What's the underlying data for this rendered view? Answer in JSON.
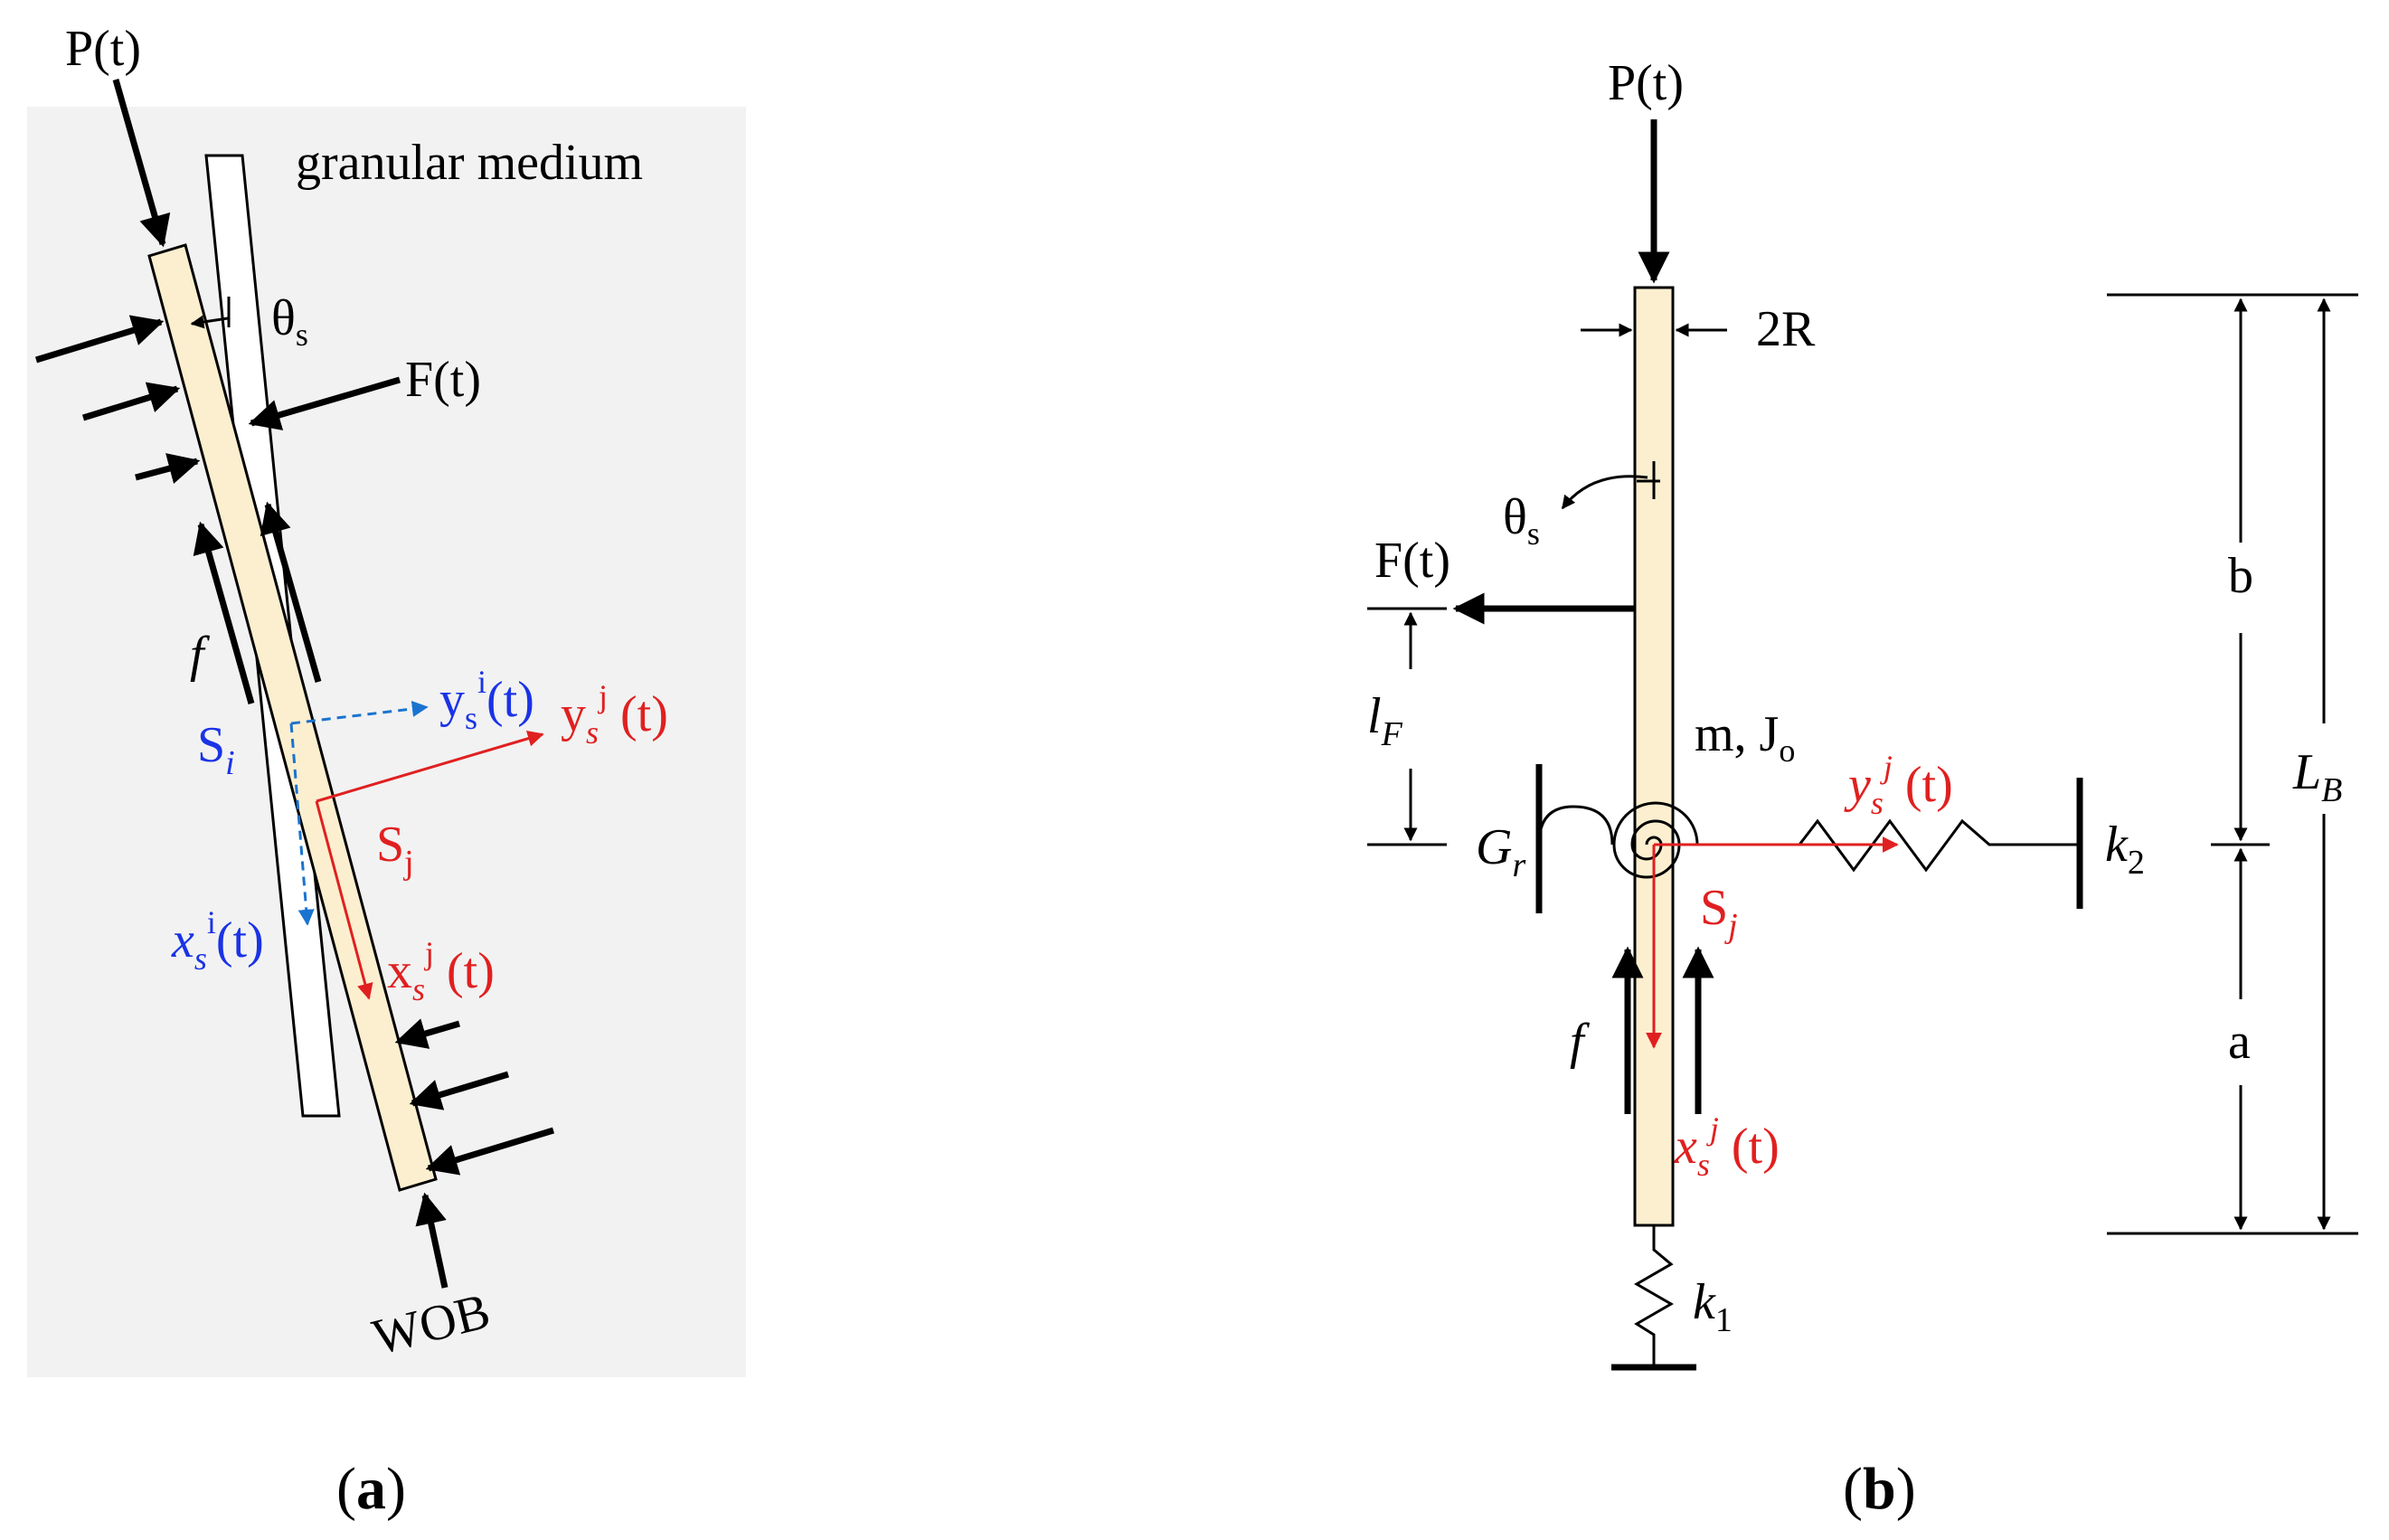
{
  "panel_a": {
    "caption_open": "(",
    "caption_letter": "a",
    "caption_close": ")",
    "medium_label": "granular medium",
    "load_top": "P(t)",
    "angle_label": "θ",
    "angle_sub": "s",
    "force_label": "F(t)",
    "friction_label": "f",
    "frame_i_label": "S",
    "frame_i_sub": "i",
    "frame_j_label": "S",
    "frame_j_sub": "j",
    "y_i_base": "y",
    "y_i_sub": "s",
    "y_i_sup": "i",
    "y_i_arg": "(t)",
    "x_i_base": "x",
    "x_i_sub": "s",
    "x_i_sup": "i",
    "x_i_arg": "(t)",
    "y_j_base": "y",
    "y_j_sub": "s",
    "y_j_sup": "j",
    "y_j_arg": "(t)",
    "x_j_base": "x",
    "x_j_sub": "s",
    "x_j_sup": "j",
    "x_j_arg": "(t)",
    "bottom_load": "WOB"
  },
  "panel_b": {
    "caption_open": "(",
    "caption_letter": "b",
    "caption_close": ")",
    "load_top": "P(t)",
    "diameter_label": "2R",
    "angle_label": "θ",
    "angle_sub": "s",
    "force_label": "F(t)",
    "lever_label": "l",
    "lever_sub": "F",
    "mass_label": "m, J",
    "mass_sub": "o",
    "rot_spring_label": "G",
    "rot_spring_sub": "r",
    "frame_label": "S",
    "frame_sub": "j",
    "y_base": "y",
    "y_sub": "s",
    "y_sup": "j",
    "y_arg": "(t)",
    "x_base": "x",
    "x_sub": "s",
    "x_sup": "j",
    "x_arg": "(t)",
    "friction_label": "f",
    "spring2_label": "k",
    "spring2_sub": "2",
    "spring1_label": "k",
    "spring1_sub": "1",
    "dim_b": "b",
    "dim_a": "a",
    "dim_L": "L",
    "dim_L_sub": "B"
  },
  "colors": {
    "rod_fill": "#fcefcf",
    "background_panel": "#f2f2f2",
    "red": "#e02020",
    "blue": "#1a33e6"
  }
}
